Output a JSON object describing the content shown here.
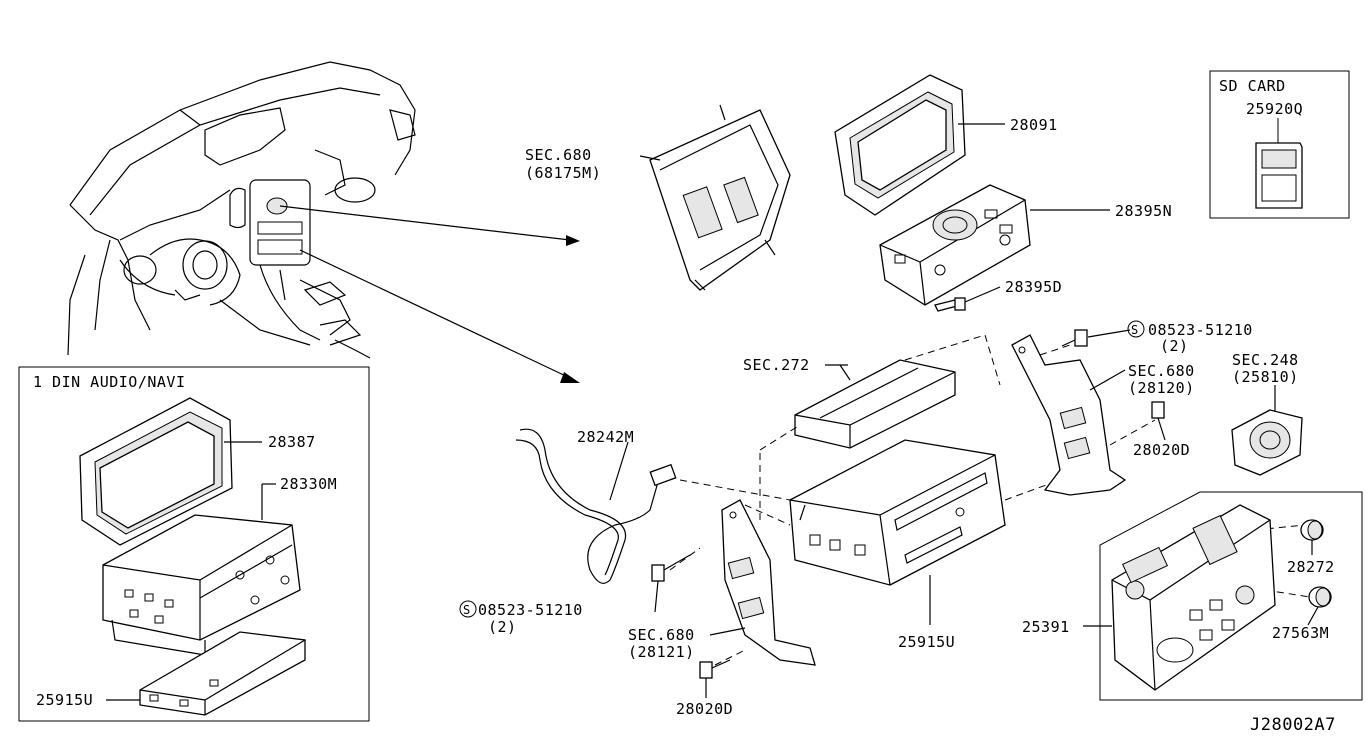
{
  "diagram": {
    "code": "J28002A7",
    "inset_sd": {
      "title": "SD CARD",
      "part": "25920Q"
    },
    "inset_din": {
      "title": "1 DIN AUDIO/NAVI"
    },
    "labels": {
      "sec680_top": "SEC.680",
      "sec680_top_sub": "(68175M)",
      "p28091": "28091",
      "p28395N": "28395N",
      "p28395D": "28395D",
      "p08523_top": "08523-51210",
      "p08523_top_qty": "(2)",
      "sec272": "SEC.272",
      "sec680_right": "SEC.680",
      "sec680_right_sub": "(28120)",
      "sec248": "SEC.248",
      "sec248_sub": "(25810)",
      "p28242M": "28242M",
      "p28020D_right": "28020D",
      "p28387": "28387",
      "p28330M": "28330M",
      "p28272": "28272",
      "p08523_left": "08523-51210",
      "p08523_left_qty": "(2)",
      "sec680_left": "SEC.680",
      "sec680_left_sub": "(28121)",
      "p25915U_center": "25915U",
      "p25391": "25391",
      "p27563M": "27563M",
      "p25915U_left": "25915U",
      "p28020D_bottom": "28020D",
      "s_mark": "S"
    }
  }
}
